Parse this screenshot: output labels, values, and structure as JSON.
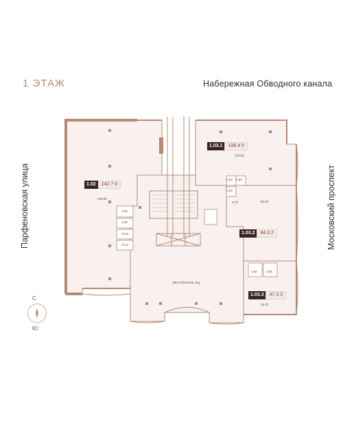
{
  "floor_title": "1 ЭТАЖ",
  "streets": {
    "top": "Набережная Обводного канала",
    "left": "Парфеновская улица",
    "right": "Московский проспект"
  },
  "compass": {
    "north": "С",
    "south": "Ю"
  },
  "units": [
    {
      "id": "1.02",
      "area": "242.7 0",
      "inner": "238,90"
    },
    {
      "id": "1.03.1",
      "area": "108.4 5",
      "inner": "103,55"
    },
    {
      "id": "1.03.2",
      "area": "84.0 2",
      "inner": "81,65"
    },
    {
      "id": "1.03.3",
      "area": "47.3 3",
      "inner": "39,70"
    }
  ],
  "room_labels": {
    "r1": "4,80",
    "r2": "1,83",
    "r3": "3,0 5",
    "r4": "3,0 5",
    "r5": "1,53",
    "r6": "1,85",
    "r7": "1,83",
    "r8": "3,70",
    "r9": "4,80",
    "r10": "3,85"
  },
  "lobby": "ВЕСТИБЮЛЬ БЦ",
  "colors": {
    "wall": "#b48a74",
    "floor": "#f8f1ef",
    "accent_dark": "#3a2323",
    "title": "#b98a72"
  }
}
